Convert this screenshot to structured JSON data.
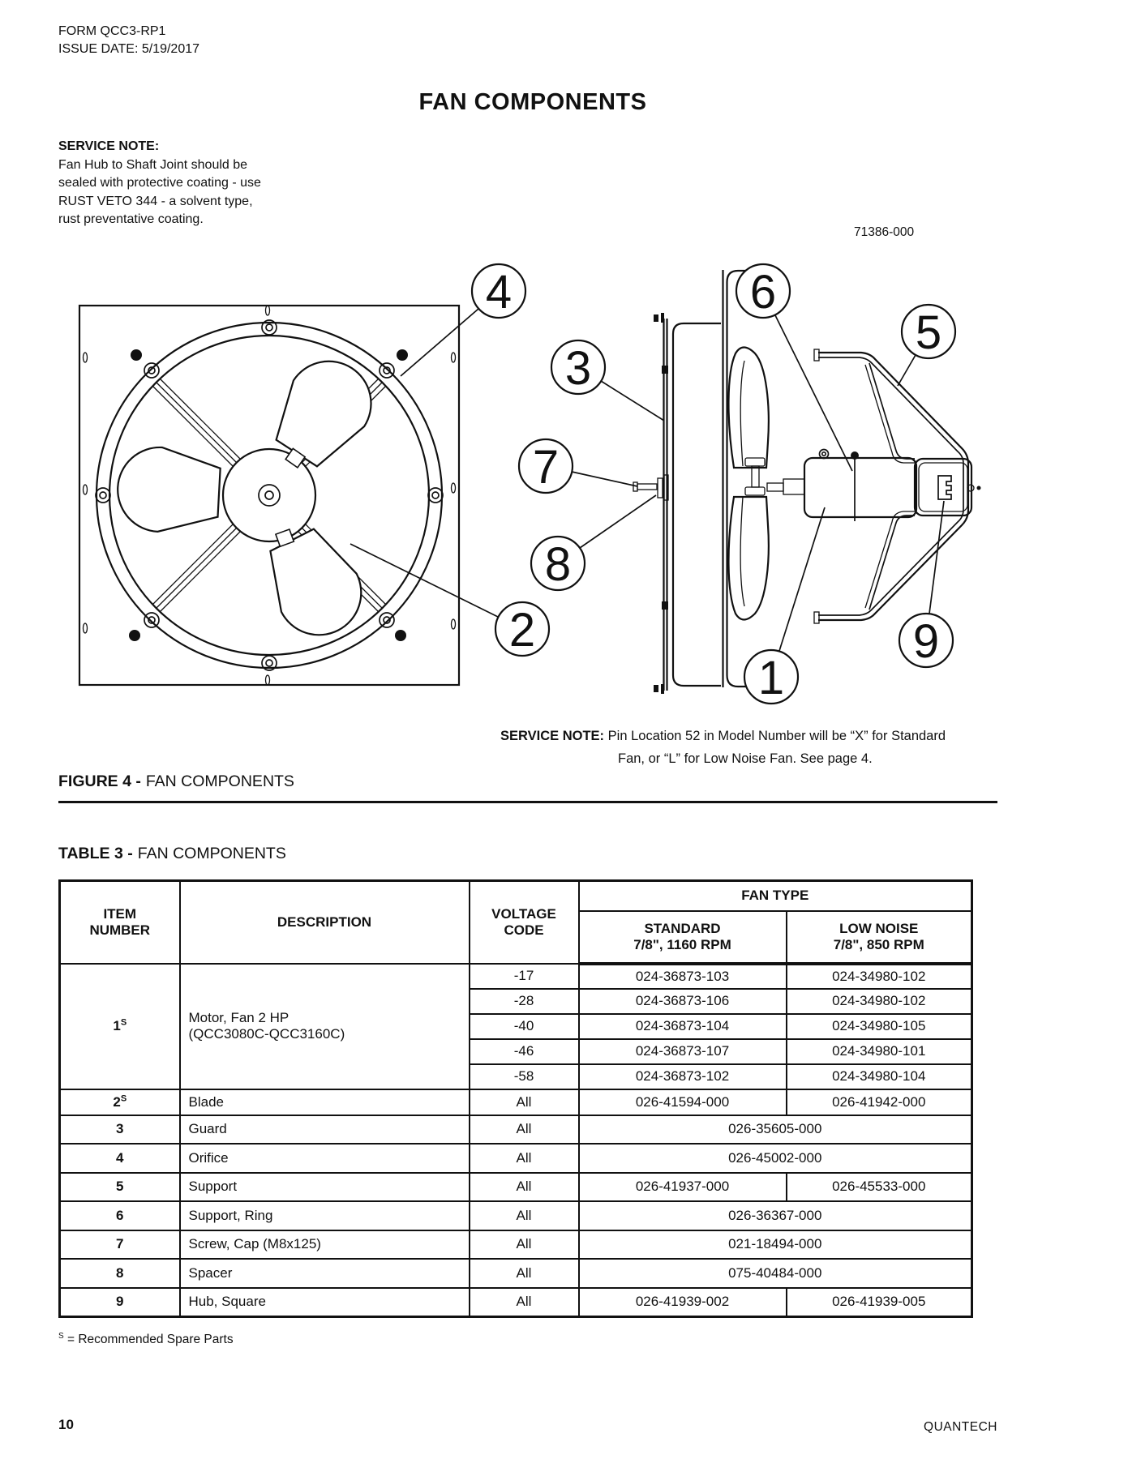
{
  "page": {
    "form_line1": "FORM QCC3-RP1",
    "form_line2": "ISSUE DATE: 5/19/2017",
    "title": "FAN COMPONENTS",
    "page_number": "10",
    "brand": "QUANTECH"
  },
  "service_note_top": {
    "label": "SERVICE NOTE:",
    "line1": "Fan Hub to Shaft Joint should be",
    "line2": "sealed with protective coating - use",
    "line3": "RUST VETO 344 - a solvent type,",
    "line4": "rust preventative coating."
  },
  "figure": {
    "drawing_number": "71386-000",
    "service_note_label": "SERVICE NOTE:",
    "service_note_line1": "Pin Location 52 in Model Number will be “X” for Standard",
    "service_note_line2": "Fan, or “L” for Low Noise Fan. See page 4.",
    "caption_bold": "FIGURE 4 -",
    "caption_rest": "FAN COMPONENTS",
    "callouts": [
      {
        "label": "1"
      },
      {
        "label": "2"
      },
      {
        "label": "3"
      },
      {
        "label": "4"
      },
      {
        "label": "5"
      },
      {
        "label": "6"
      },
      {
        "label": "7"
      },
      {
        "label": "8"
      },
      {
        "label": "9"
      }
    ]
  },
  "table": {
    "caption_bold": "TABLE 3 -",
    "caption_rest": "FAN COMPONENTS",
    "headers": {
      "item_l1": "ITEM",
      "item_l2": "NUMBER",
      "description": "DESCRIPTION",
      "voltage_l1": "VOLTAGE",
      "voltage_l2": "CODE",
      "fan_type": "FAN TYPE",
      "standard_l1": "STANDARD",
      "standard_l2": "7/8\", 1160 RPM",
      "low_noise_l1": "LOW NOISE",
      "low_noise_l2": "7/8\", 850 RPM"
    },
    "motor": {
      "item": "1",
      "sup": "S",
      "desc_line1": "Motor, Fan 2 HP",
      "desc_line2": "(QCC3080C-QCC3160C)",
      "subrows": [
        {
          "code": "-17",
          "standard": "024-36873-103",
          "low_noise": "024-34980-102"
        },
        {
          "code": "-28",
          "standard": "024-36873-106",
          "low_noise": "024-34980-102"
        },
        {
          "code": "-40",
          "standard": "024-36873-104",
          "low_noise": "024-34980-105"
        },
        {
          "code": "-46",
          "standard": "024-36873-107",
          "low_noise": "024-34980-101"
        },
        {
          "code": "-58",
          "standard": "024-36873-102",
          "low_noise": "024-34980-104"
        }
      ]
    },
    "rows": [
      {
        "item": "2",
        "sup": "S",
        "desc": "Blade",
        "code": "All",
        "standard": "026-41594-000",
        "low_noise": "026-41942-000"
      },
      {
        "item": "3",
        "desc": "Guard",
        "code": "All",
        "part": "026-35605-000"
      },
      {
        "item": "4",
        "desc": "Orifice",
        "code": "All",
        "part": "026-45002-000"
      },
      {
        "item": "5",
        "desc": "Support",
        "code": "All",
        "standard": "026-41937-000",
        "low_noise": "026-45533-000"
      },
      {
        "item": "6",
        "desc": "Support, Ring",
        "code": "All",
        "part": "026-36367-000"
      },
      {
        "item": "7",
        "desc": "Screw, Cap (M8x125)",
        "code": "All",
        "part": "021-18494-000"
      },
      {
        "item": "8",
        "desc": "Spacer",
        "code": "All",
        "part": "075-40484-000"
      },
      {
        "item": "9",
        "desc": "Hub, Square",
        "code": "All",
        "standard": "026-41939-002",
        "low_noise": "026-41939-005"
      }
    ],
    "footnote_sup": "S",
    "footnote_text": "= Recommended Spare Parts"
  }
}
